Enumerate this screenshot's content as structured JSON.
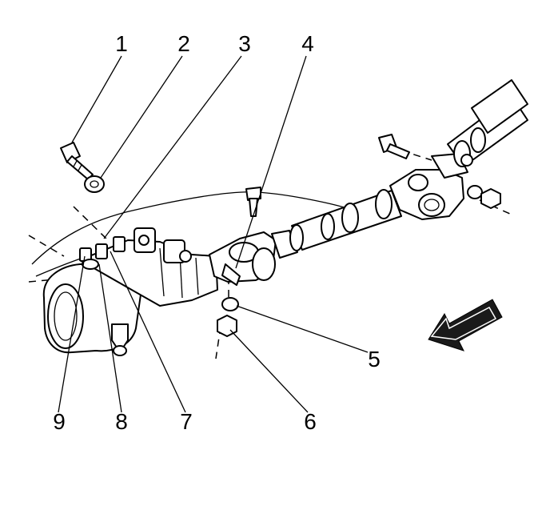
{
  "callouts": [
    {
      "id": "callout-1",
      "label": "1"
    },
    {
      "id": "callout-2",
      "label": "2"
    },
    {
      "id": "callout-3",
      "label": "3"
    },
    {
      "id": "callout-4",
      "label": "4"
    },
    {
      "id": "callout-5",
      "label": "5"
    },
    {
      "id": "callout-6",
      "label": "6"
    },
    {
      "id": "callout-7",
      "label": "7"
    },
    {
      "id": "callout-8",
      "label": "8"
    },
    {
      "id": "callout-9",
      "label": "9"
    }
  ],
  "colors": {
    "ink": "#000000",
    "background": "#ffffff"
  },
  "icons": {
    "direction_arrow": "forward-direction-arrow-icon"
  }
}
